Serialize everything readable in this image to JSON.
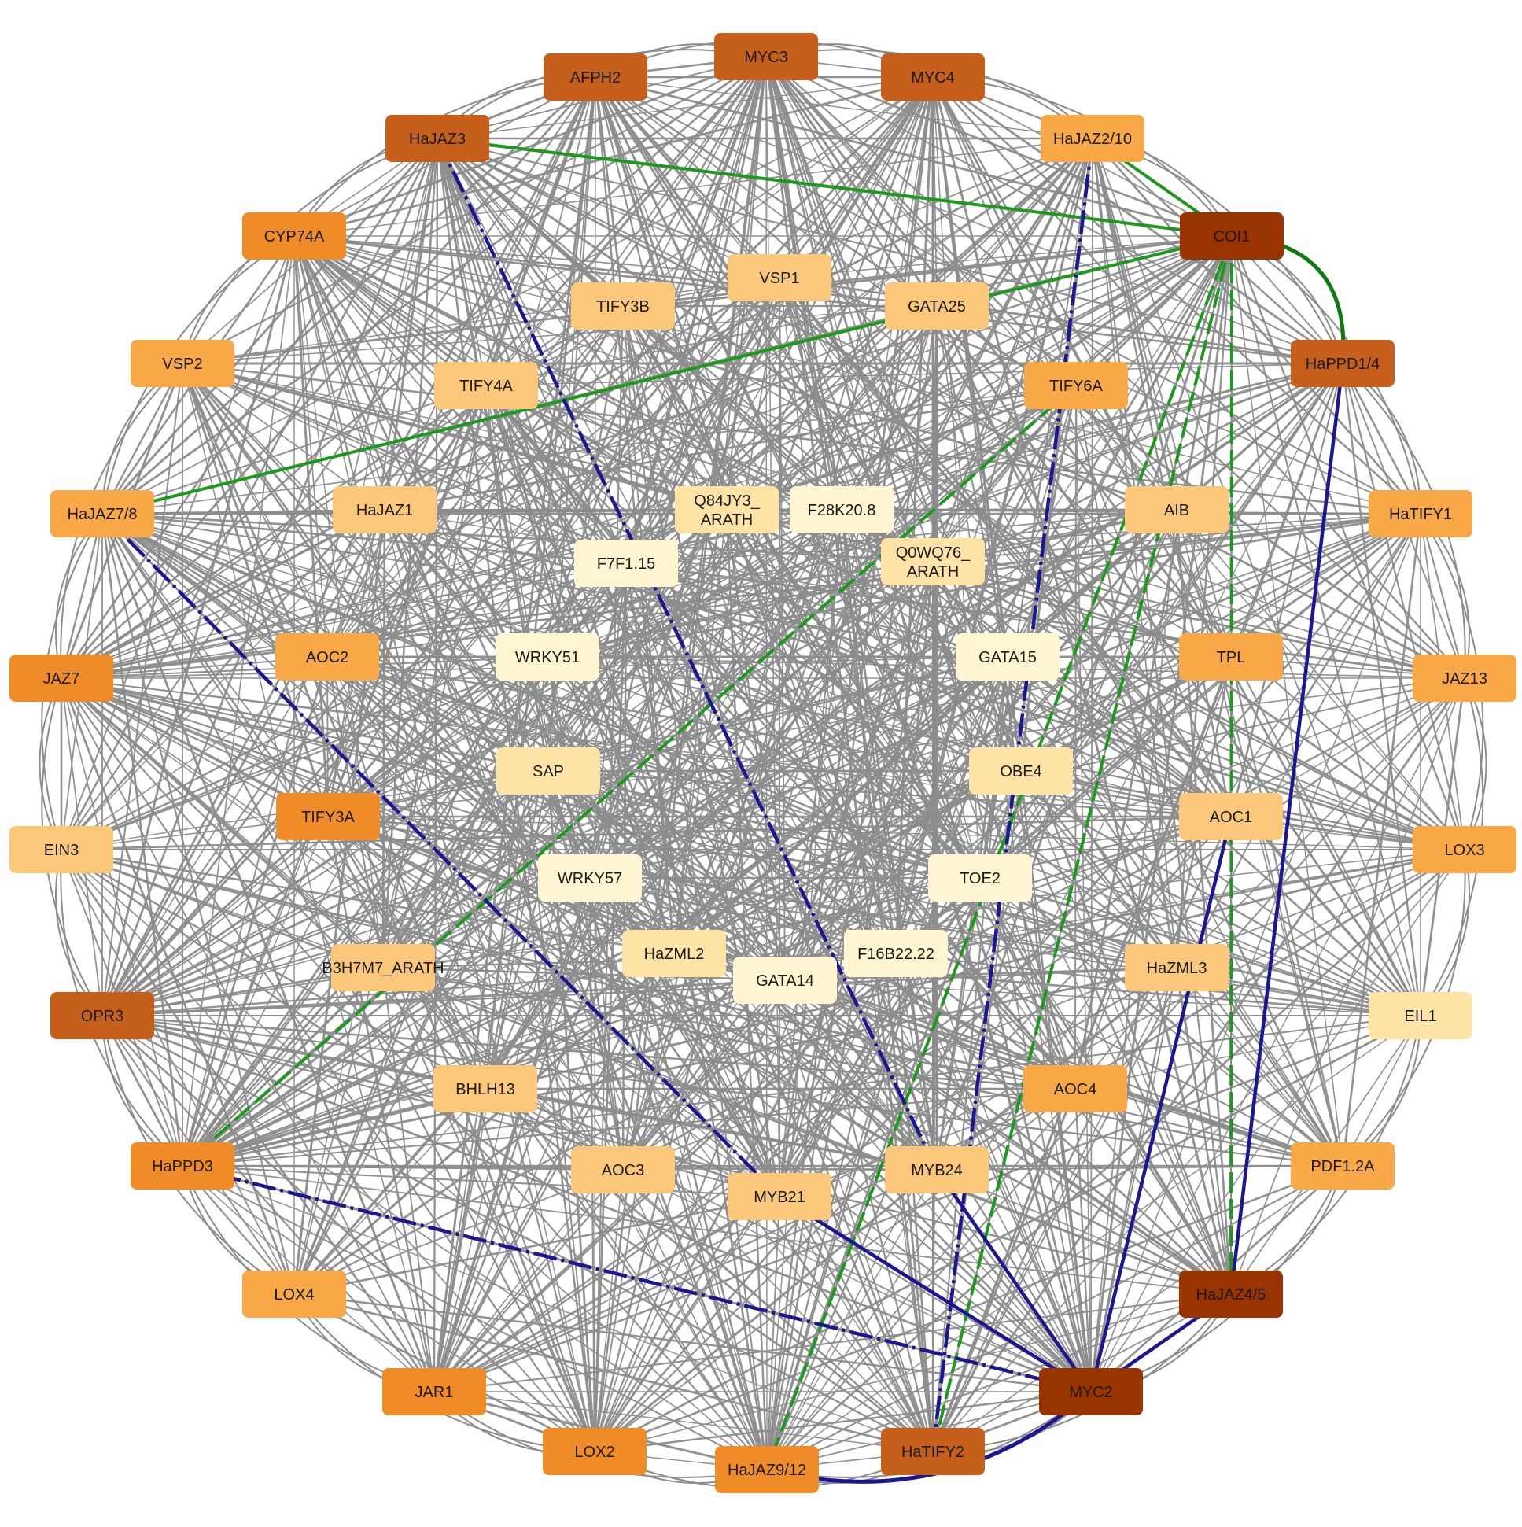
{
  "colors": {
    "edge_default": "#8c8c8c",
    "edge_green": "#1d9a1d",
    "edge_green_dark": "#0f7a0f",
    "edge_blue": "#1c1690",
    "level_1": "#993300",
    "level_2": "#c65f1c",
    "level_3": "#f08c28",
    "level_4": "#f8a847",
    "level_5": "#fbc77a",
    "level_6": "#fde3a6",
    "level_7": "#fff5d0"
  },
  "nodes": [
    {
      "id": "MYC3",
      "lines": [
        "MYC3"
      ],
      "level": "level_2"
    },
    {
      "id": "AFPH2",
      "lines": [
        "AFPH2"
      ],
      "level": "level_2"
    },
    {
      "id": "MYC4",
      "lines": [
        "MYC4"
      ],
      "level": "level_2"
    },
    {
      "id": "HaJAZ3",
      "lines": [
        "HaJAZ3"
      ],
      "level": "level_2"
    },
    {
      "id": "HaJAZ2/10",
      "lines": [
        "HaJAZ2/10"
      ],
      "level": "level_4"
    },
    {
      "id": "CYP74A",
      "lines": [
        "CYP74A"
      ],
      "level": "level_3"
    },
    {
      "id": "COI1",
      "lines": [
        "COI1"
      ],
      "level": "level_1"
    },
    {
      "id": "VSP1",
      "lines": [
        "VSP1"
      ],
      "level": "level_5"
    },
    {
      "id": "TIFY3B",
      "lines": [
        "TIFY3B"
      ],
      "level": "level_5"
    },
    {
      "id": "GATA25",
      "lines": [
        "GATA25"
      ],
      "level": "level_5"
    },
    {
      "id": "VSP2",
      "lines": [
        "VSP2"
      ],
      "level": "level_4"
    },
    {
      "id": "HaPPD1/4",
      "lines": [
        "HaPPD1/4"
      ],
      "level": "level_2"
    },
    {
      "id": "TIFY4A",
      "lines": [
        "TIFY4A"
      ],
      "level": "level_5"
    },
    {
      "id": "TIFY6A",
      "lines": [
        "TIFY6A"
      ],
      "level": "level_4"
    },
    {
      "id": "HaJAZ7/8",
      "lines": [
        "HaJAZ7/8"
      ],
      "level": "level_4"
    },
    {
      "id": "HaJAZ1",
      "lines": [
        "HaJAZ1"
      ],
      "level": "level_5"
    },
    {
      "id": "Q84JY3_ARATH",
      "lines": [
        "Q84JY3_",
        "ARATH"
      ],
      "level": "level_6"
    },
    {
      "id": "F28K20.8",
      "lines": [
        "F28K20.8"
      ],
      "level": "level_7"
    },
    {
      "id": "AIB",
      "lines": [
        "AIB"
      ],
      "level": "level_5"
    },
    {
      "id": "HaTIFY1",
      "lines": [
        "HaTIFY1"
      ],
      "level": "level_4"
    },
    {
      "id": "F7F1.15",
      "lines": [
        "F7F1.15"
      ],
      "level": "level_7"
    },
    {
      "id": "Q0WQ76_ARATH",
      "lines": [
        "Q0WQ76_",
        "ARATH"
      ],
      "level": "level_6"
    },
    {
      "id": "JAZ7",
      "lines": [
        "JAZ7"
      ],
      "level": "level_3"
    },
    {
      "id": "AOC2",
      "lines": [
        "AOC2"
      ],
      "level": "level_4"
    },
    {
      "id": "WRKY51",
      "lines": [
        "WRKY51"
      ],
      "level": "level_7"
    },
    {
      "id": "GATA15",
      "lines": [
        "GATA15"
      ],
      "level": "level_7"
    },
    {
      "id": "TPL",
      "lines": [
        "TPL"
      ],
      "level": "level_4"
    },
    {
      "id": "JAZ13",
      "lines": [
        "JAZ13"
      ],
      "level": "level_4"
    },
    {
      "id": "SAP",
      "lines": [
        "SAP"
      ],
      "level": "level_6"
    },
    {
      "id": "OBE4",
      "lines": [
        "OBE4"
      ],
      "level": "level_6"
    },
    {
      "id": "TIFY3A",
      "lines": [
        "TIFY3A"
      ],
      "level": "level_3"
    },
    {
      "id": "AOC1",
      "lines": [
        "AOC1"
      ],
      "level": "level_5"
    },
    {
      "id": "EIN3",
      "lines": [
        "EIN3"
      ],
      "level": "level_5"
    },
    {
      "id": "LOX3",
      "lines": [
        "LOX3"
      ],
      "level": "level_4"
    },
    {
      "id": "WRKY57",
      "lines": [
        "WRKY57"
      ],
      "level": "level_7"
    },
    {
      "id": "TOE2",
      "lines": [
        "TOE2"
      ],
      "level": "level_7"
    },
    {
      "id": "HaZML2",
      "lines": [
        "HaZML2"
      ],
      "level": "level_6"
    },
    {
      "id": "GATA14",
      "lines": [
        "GATA14"
      ],
      "level": "level_7"
    },
    {
      "id": "F16B22.22",
      "lines": [
        "F16B22.22"
      ],
      "level": "level_7"
    },
    {
      "id": "B3H7M7_ARATH",
      "lines": [
        "B3H7M7_ARATH"
      ],
      "level": "level_5"
    },
    {
      "id": "HaZML3",
      "lines": [
        "HaZML3"
      ],
      "level": "level_5"
    },
    {
      "id": "OPR3",
      "lines": [
        "OPR3"
      ],
      "level": "level_2"
    },
    {
      "id": "EIL1",
      "lines": [
        "EIL1"
      ],
      "level": "level_6"
    },
    {
      "id": "BHLH13",
      "lines": [
        "BHLH13"
      ],
      "level": "level_5"
    },
    {
      "id": "AOC4",
      "lines": [
        "AOC4"
      ],
      "level": "level_4"
    },
    {
      "id": "HaPPD3",
      "lines": [
        "HaPPD3"
      ],
      "level": "level_3"
    },
    {
      "id": "PDF1.2A",
      "lines": [
        "PDF1.2A"
      ],
      "level": "level_4"
    },
    {
      "id": "AOC3",
      "lines": [
        "AOC3"
      ],
      "level": "level_5"
    },
    {
      "id": "MYB24",
      "lines": [
        "MYB24"
      ],
      "level": "level_5"
    },
    {
      "id": "MYB21",
      "lines": [
        "MYB21"
      ],
      "level": "level_5"
    },
    {
      "id": "LOX4",
      "lines": [
        "LOX4"
      ],
      "level": "level_4"
    },
    {
      "id": "HaJAZ4/5",
      "lines": [
        "HaJAZ4/5"
      ],
      "level": "level_1"
    },
    {
      "id": "JAR1",
      "lines": [
        "JAR1"
      ],
      "level": "level_3"
    },
    {
      "id": "MYC2",
      "lines": [
        "MYC2"
      ],
      "level": "level_1"
    },
    {
      "id": "LOX2",
      "lines": [
        "LOX2"
      ],
      "level": "level_3"
    },
    {
      "id": "HaJAZ9/12",
      "lines": [
        "HaJAZ9/12"
      ],
      "level": "level_3"
    },
    {
      "id": "HaTIFY2",
      "lines": [
        "HaTIFY2"
      ],
      "level": "level_2"
    }
  ],
  "highlight_edges": [
    {
      "source": "HaJAZ3",
      "target": "COI1",
      "color": "edge_green",
      "style": "solid"
    },
    {
      "source": "HaJAZ2/10",
      "target": "COI1",
      "color": "edge_green",
      "style": "solid"
    },
    {
      "source": "HaJAZ7/8",
      "target": "COI1",
      "color": "edge_green",
      "style": "solid"
    },
    {
      "source": "COI1",
      "target": "HaPPD1/4",
      "color": "edge_green_dark",
      "style": "curved"
    },
    {
      "source": "TIFY6A",
      "target": "HaPPD3",
      "color": "edge_green",
      "style": "dashed"
    },
    {
      "source": "COI1",
      "target": "HaJAZ9/12",
      "color": "edge_green",
      "style": "dashed"
    },
    {
      "source": "COI1",
      "target": "HaTIFY2",
      "color": "edge_green",
      "style": "dashed"
    },
    {
      "source": "COI1",
      "target": "HaJAZ4/5",
      "color": "edge_green",
      "style": "dashed"
    },
    {
      "source": "HaJAZ3",
      "target": "MYB24",
      "color": "edge_blue",
      "style": "dashdot"
    },
    {
      "source": "HaJAZ2/10",
      "target": "HaTIFY2",
      "color": "edge_blue",
      "style": "dashdot"
    },
    {
      "source": "HaJAZ7/8",
      "target": "MYB21",
      "color": "edge_blue",
      "style": "dashdot"
    },
    {
      "source": "HaPPD1/4",
      "target": "HaJAZ4/5",
      "color": "edge_blue",
      "style": "solid"
    },
    {
      "source": "HaJAZ4/5",
      "target": "MYC2",
      "color": "edge_blue",
      "style": "solid"
    },
    {
      "source": "HaPPD3",
      "target": "MYC2",
      "color": "edge_blue",
      "style": "dashdot"
    },
    {
      "source": "MYB21",
      "target": "MYC2",
      "color": "edge_blue",
      "style": "solid"
    },
    {
      "source": "MYB24",
      "target": "MYC2",
      "color": "edge_blue",
      "style": "solid"
    },
    {
      "source": "MYC2",
      "target": "HaJAZ9/12",
      "color": "edge_blue",
      "style": "curved"
    },
    {
      "source": "AOC1",
      "target": "MYC2",
      "color": "edge_blue",
      "style": "solid"
    }
  ]
}
